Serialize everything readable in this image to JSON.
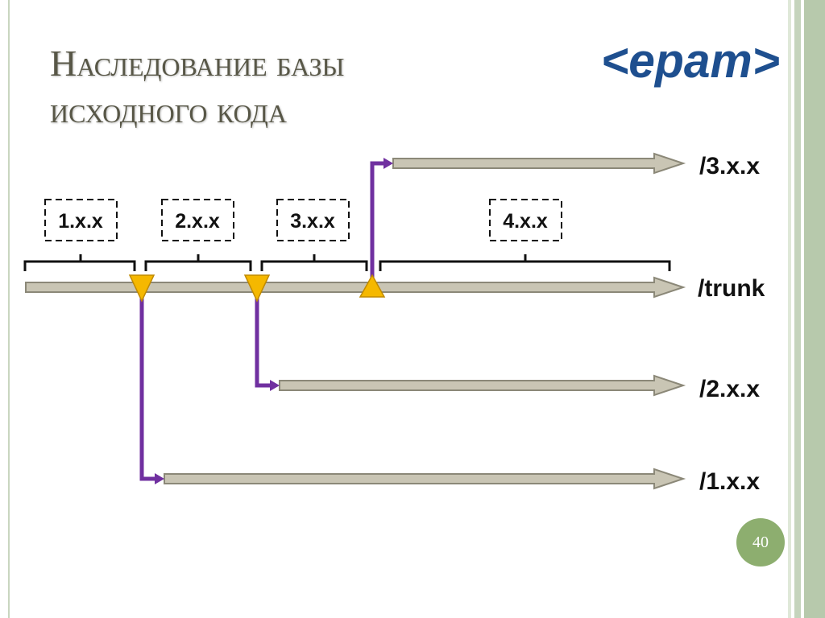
{
  "slide": {
    "title_line1": "Наследование базы",
    "title_line2": "исходного кода",
    "page_number": "40"
  },
  "logo": {
    "text": "<epam>",
    "color": "#1e4f8f"
  },
  "diagram": {
    "branches": [
      {
        "id": "3",
        "label": "/3.x.x"
      },
      {
        "id": "trunk",
        "label": "/trunk"
      },
      {
        "id": "2",
        "label": "/2.x.x"
      },
      {
        "id": "1",
        "label": "/1.x.x"
      }
    ],
    "versions": [
      {
        "label": "1.x.x"
      },
      {
        "label": "2.x.x"
      },
      {
        "label": "3.x.x"
      },
      {
        "label": "4.x.x"
      }
    ]
  },
  "colors": {
    "bar_fill": "#c9c5b4",
    "bar_stroke": "#8b8878",
    "connector": "#7030a0",
    "marker": "#f5b800",
    "text": "#111111",
    "title": "#585747",
    "page_badge": "#8dae6f"
  }
}
